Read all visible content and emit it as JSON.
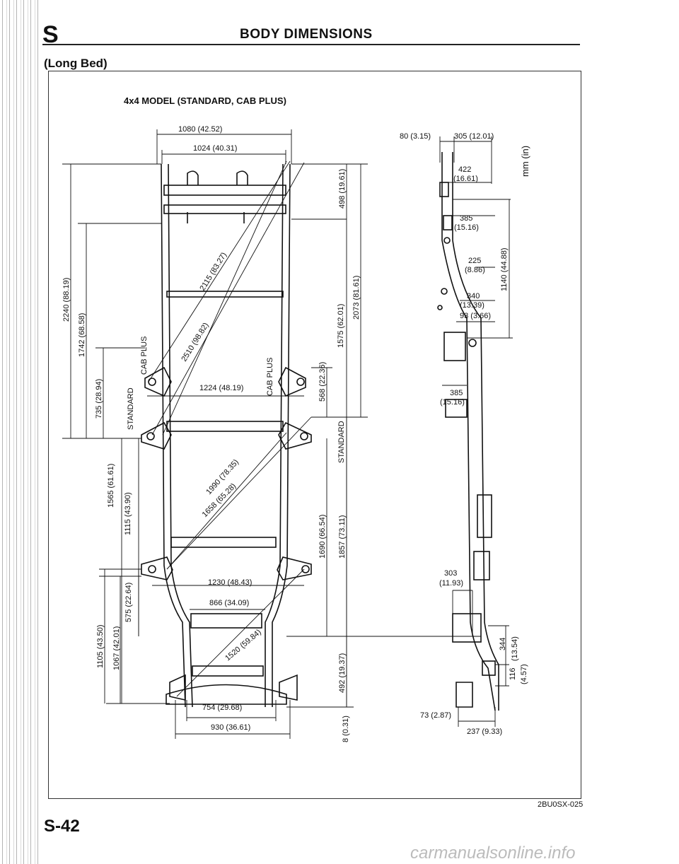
{
  "header": {
    "section": "S",
    "title": "BODY DIMENSIONS"
  },
  "subtitle": "(Long Bed)",
  "model": "4x4 MODEL (STANDARD, CAB PLUS)",
  "units": "mm (in)",
  "figure_ref": "2BU0SX-025",
  "page_number": "S-42",
  "watermark": "carmanualsonline.info",
  "dimensions": {
    "d1080": "1080 (42.52)",
    "d1024": "1024 (40.31)",
    "d2240": "2240 (88.19)",
    "d1742": "1742 (68.58)",
    "d735": "735 (28.94)",
    "d1565": "1565 (61.61)",
    "d1115": "1115 (43.90)",
    "d1105": "1105 (43.50)",
    "d1067": "1067 (42.01)",
    "d575": "575 (22.64)",
    "d2115": "2115 (83.27)",
    "d2510": "2510 (98.82)",
    "d1224": "1224 (48.19)",
    "d1990": "1990 (78.35)",
    "d1658": "1658 (65.28)",
    "d1230": "1230 (48.43)",
    "d866": "866 (34.09)",
    "d1520": "1520 (59.84)",
    "d754": "754 (29.68)",
    "d930": "930 (36.61)",
    "d498": "498 (19.61)",
    "d2073": "2073 (81.61)",
    "d1575": "1575 (62.01)",
    "d568": "568 (22.36)",
    "d1690": "1690 (66.54)",
    "d1857": "1857 (73.11)",
    "d492": "492 (19.37)",
    "d8": "8 (0.31)",
    "d80": "80 (3.15)",
    "d305": "305 (12.01)",
    "d422a": "422",
    "d422b": "(16.61)",
    "d385a": "385",
    "d385b": "(15.16)",
    "d1140": "1140 (44.88)",
    "d225a": "225",
    "d225b": "(8.86)",
    "d340a": "340",
    "d340b": "(13.39)",
    "d93": "93 (3.66)",
    "d385ca": "385",
    "d385cb": "(15.16)",
    "d303a": "303",
    "d303b": "(11.93)",
    "d344a": "344",
    "d344b": "(13.54)",
    "d116a": "116",
    "d116b": "(4.57)",
    "d73": "73 (2.87)",
    "d237": "237 (9.33)"
  },
  "labels": {
    "cab_plus_left": "CAB PLUS",
    "standard_left": "STANDARD",
    "cab_plus_right": "CAB PLUS",
    "standard_right": "STANDARD"
  }
}
